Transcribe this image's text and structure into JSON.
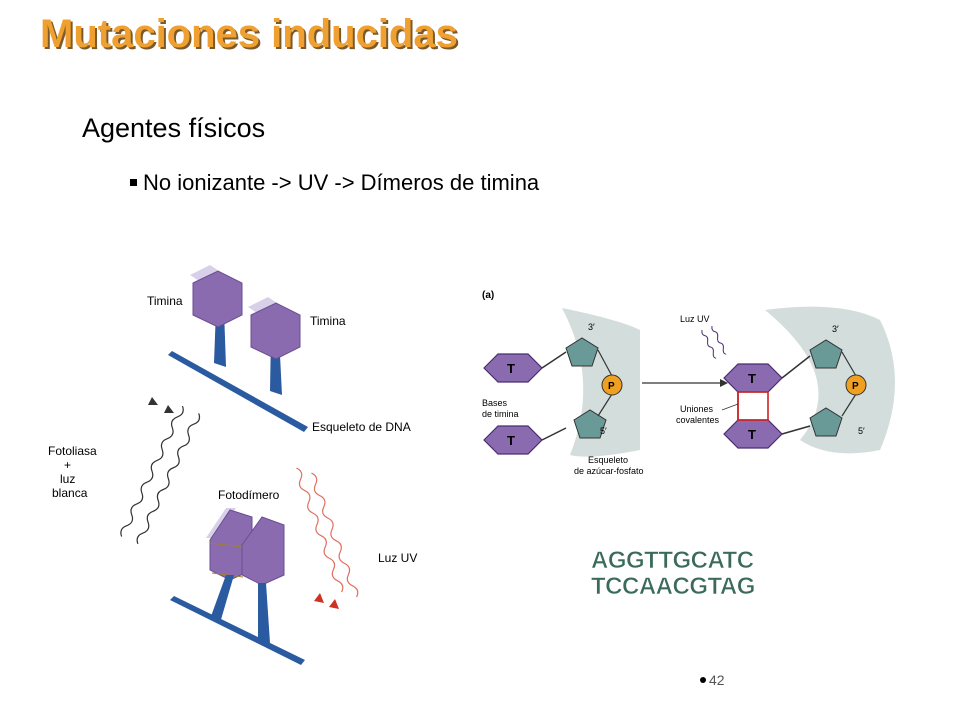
{
  "slide": {
    "title": "Mutaciones inducidas",
    "subtitle": "Agentes físicos",
    "bullet": "No ionizante -> UV -> Dímeros de timina",
    "page_number": "42"
  },
  "figure_left": {
    "label_timina_1": "Timina",
    "label_timina_2": "Timina",
    "label_skeleton": "Esqueleto de DNA",
    "label_photolyase_1": "Fotoliasa",
    "label_photolyase_2": "+",
    "label_photolyase_3": "luz",
    "label_photolyase_4": "blanca",
    "label_photodimer": "Fotodímero",
    "label_uv": "Luz UV"
  },
  "figure_right": {
    "panel": "(a)",
    "base_t": "T",
    "phosphate": "P",
    "prime_3": "3′",
    "prime_5": "5′",
    "label_bases_1": "Bases",
    "label_bases_2": "de timina",
    "label_skeleton_1": "Esqueleto",
    "label_skeleton_2": "de azúcar-fosfato",
    "label_uv": "Luz UV",
    "label_bonds_1": "Uniones",
    "label_bonds_2": "covalentes"
  },
  "sequence": {
    "top": "AGGTTGCATC",
    "bottom": "TCCAACGTAG"
  },
  "colors": {
    "title": "#f0a030",
    "hexagon": "#8a6bb0",
    "backbone": "#2a5aa0",
    "pentagon": "#6a9a98",
    "phosphate": "#f0a020",
    "bond": "#cc2222"
  }
}
